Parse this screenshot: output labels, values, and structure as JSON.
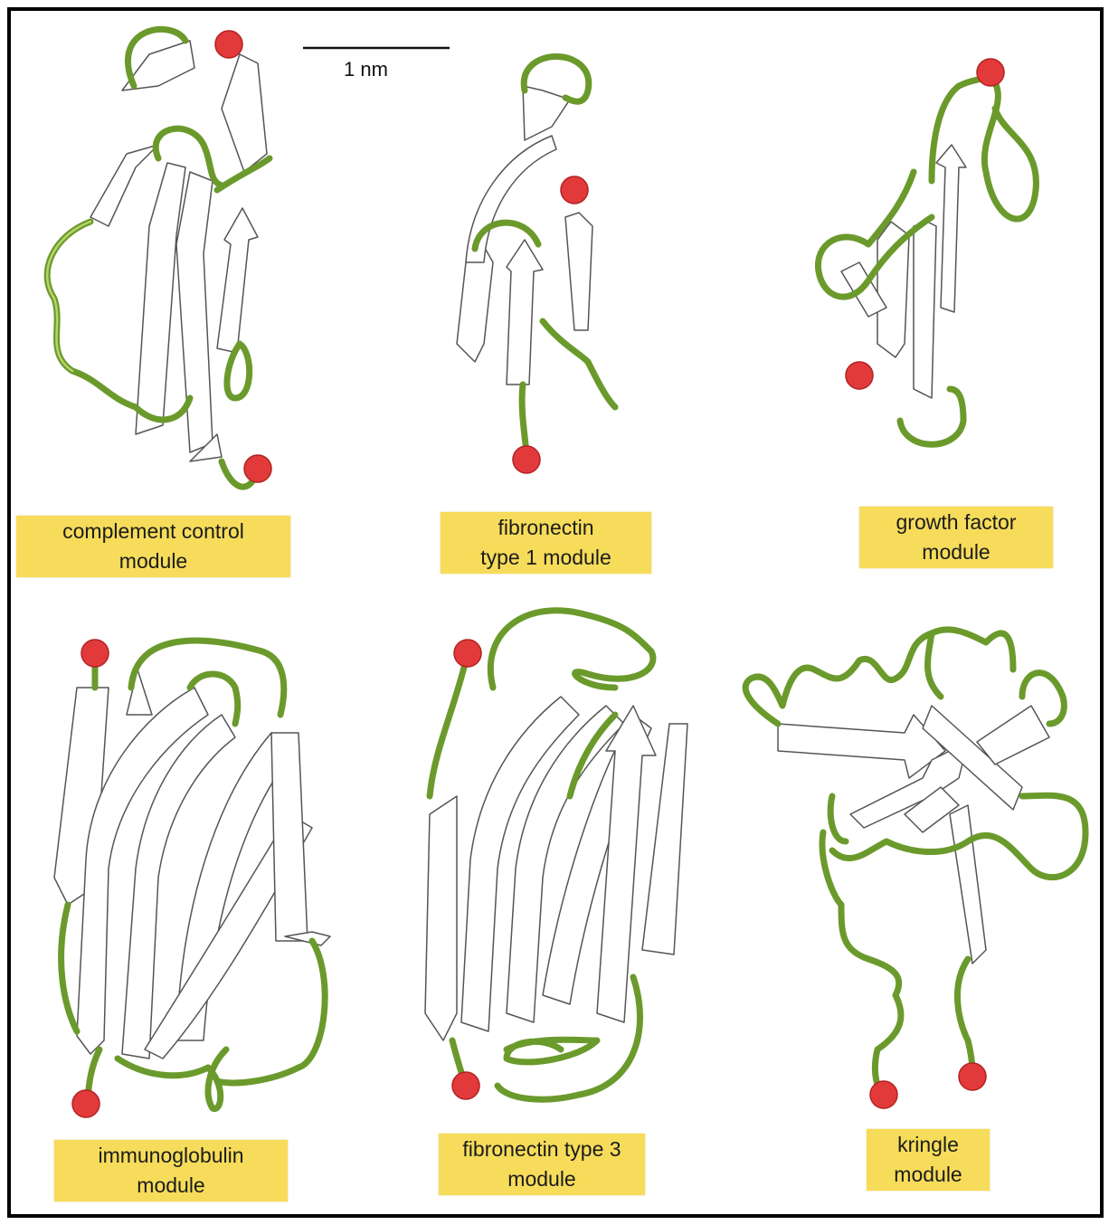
{
  "scale_bar": {
    "label": "1 nm"
  },
  "modules": [
    {
      "line1": "complement control",
      "line2": "module"
    },
    {
      "line1": "fibronectin",
      "line2": "type 1 module"
    },
    {
      "line1": "growth factor",
      "line2": "module"
    },
    {
      "line1": "immunoglobulin",
      "line2": "module"
    },
    {
      "line1": "fibronectin type 3",
      "line2": "module"
    },
    {
      "line1": "kringle",
      "line2": "module"
    }
  ],
  "colors": {
    "loop": "#6b9a2c",
    "terminus": "#e23a3a",
    "label_bg": "#f6dc5a",
    "frame": "#000000"
  }
}
